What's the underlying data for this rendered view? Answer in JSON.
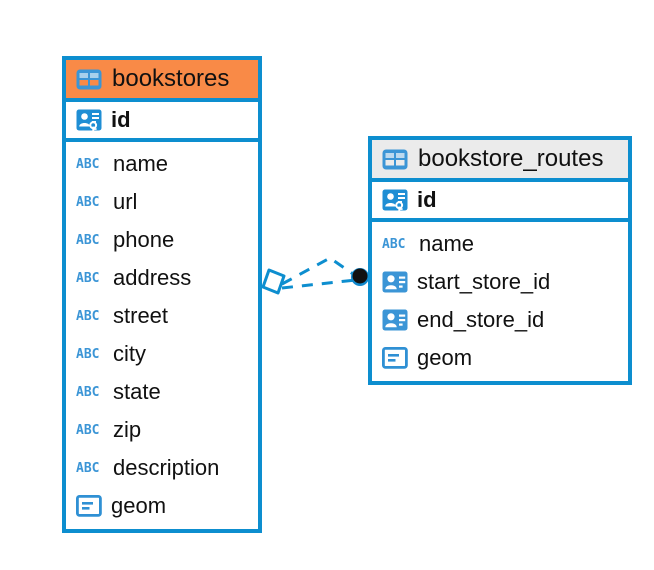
{
  "diagram": {
    "type": "entity-relationship-diagram",
    "background": "#ffffff",
    "accent_color": "#0d8ecf",
    "header_highlight_color": "#f98a47",
    "header_default_color": "#ebebeb",
    "icon_color": "#3b95d6",
    "text_color": "#111111"
  },
  "entities": [
    {
      "name": "bookstores",
      "header_style": "orange",
      "icon": "table-icon",
      "primary_key": {
        "label": "id",
        "icon": "primary-key-icon"
      },
      "fields": [
        {
          "label": "name",
          "icon": "abc-icon",
          "icon_text": "ABC"
        },
        {
          "label": "url",
          "icon": "abc-icon",
          "icon_text": "ABC"
        },
        {
          "label": "phone",
          "icon": "abc-icon",
          "icon_text": "ABC"
        },
        {
          "label": "address",
          "icon": "abc-icon",
          "icon_text": "ABC"
        },
        {
          "label": "street",
          "icon": "abc-icon",
          "icon_text": "ABC"
        },
        {
          "label": "city",
          "icon": "abc-icon",
          "icon_text": "ABC"
        },
        {
          "label": "state",
          "icon": "abc-icon",
          "icon_text": "ABC"
        },
        {
          "label": "zip",
          "icon": "abc-icon",
          "icon_text": "ABC"
        },
        {
          "label": "description",
          "icon": "abc-icon",
          "icon_text": "ABC"
        },
        {
          "label": "geom",
          "icon": "geometry-icon"
        }
      ]
    },
    {
      "name": "bookstore_routes",
      "header_style": "grey",
      "icon": "table-icon",
      "primary_key": {
        "label": "id",
        "icon": "primary-key-icon"
      },
      "fields": [
        {
          "label": "name",
          "icon": "abc-icon",
          "icon_text": "ABC"
        },
        {
          "label": "start_store_id",
          "icon": "foreign-key-icon"
        },
        {
          "label": "end_store_id",
          "icon": "foreign-key-icon"
        },
        {
          "label": "geom",
          "icon": "geometry-icon"
        }
      ]
    }
  ],
  "relationship": {
    "source_marker": "diamond-marker",
    "target_marker": "filled-circle-marker",
    "line_style": "dashed",
    "line_color": "#0d8ecf"
  }
}
